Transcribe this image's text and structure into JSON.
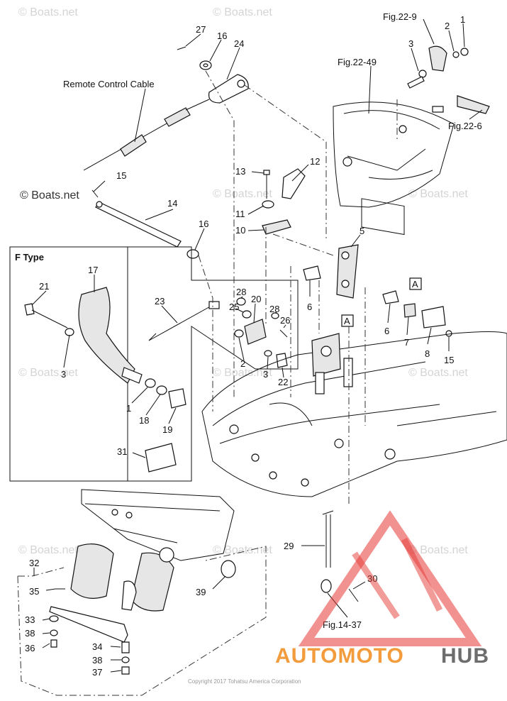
{
  "diagram": {
    "labels": {
      "fig_22_9": "Fig.22-9",
      "fig_22_49": "Fig.22-49",
      "fig_22_6": "Fig.22-6",
      "fig_14_37": "Fig.14-37",
      "remote_control_cable": "Remote Control Cable",
      "f_type": "F Type",
      "box_a1": "A",
      "box_a2": "A",
      "copyright": "Copyright 2017 Tohatsu America Corporation"
    },
    "callouts": {
      "c27": "27",
      "c16a": "16",
      "c24": "24",
      "c3a": "3",
      "c2a": "2",
      "c1a": "1",
      "c15a": "15",
      "c14": "14",
      "c13": "13",
      "c12": "12",
      "c11": "11",
      "c10": "10",
      "c5": "5",
      "c16b": "16",
      "c17": "17",
      "c21": "21",
      "c23": "23",
      "c28a": "28",
      "c20": "20",
      "c25": "25",
      "c28b": "28",
      "c26": "26",
      "c6a": "6",
      "c6b": "6",
      "c7": "7",
      "c8": "8",
      "c15b": "15",
      "c3b": "3",
      "c2b": "2",
      "c3c": "3",
      "c22": "22",
      "c1b": "1",
      "c18": "18",
      "c19": "19",
      "c31": "31",
      "c32": "32",
      "c35": "35",
      "c33": "33",
      "c38a": "38",
      "c36": "36",
      "c39": "39",
      "c34": "34",
      "c38b": "38",
      "c37": "37",
      "c29": "29",
      "c30": "30"
    },
    "watermarks": {
      "w1": "© Boats.net",
      "w2": "© Boats.net",
      "w3": "© Boats.net",
      "w4": "© Boats.net",
      "w5": "© Boats.net",
      "w6": "© Boats.net",
      "w7": "© Boats.net",
      "w8": "© Boats.net",
      "w9": "© Boats.net",
      "w10": "© Boats.net",
      "w11": "© Boats.net"
    },
    "brand": {
      "part1": "AUTOMOTO",
      "part2": "HUB",
      "color_orange": "#f39c3d",
      "color_gray": "#6d6d6d",
      "color_red": "#e53935"
    }
  }
}
